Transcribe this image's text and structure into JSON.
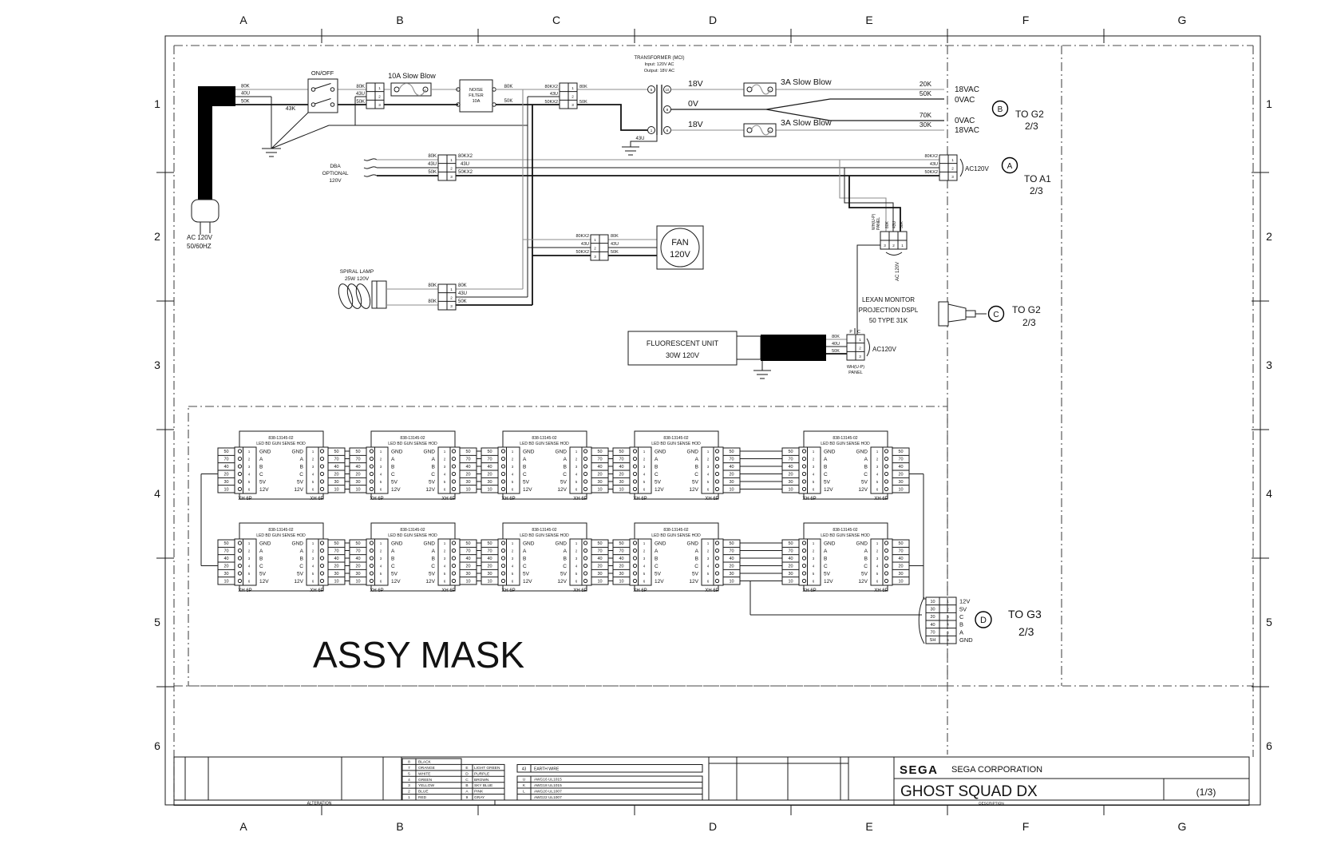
{
  "sheet": {
    "columns_top": [
      "A",
      "B",
      "C",
      "D",
      "E",
      "F",
      "G"
    ],
    "columns_bottom": [
      "A",
      "B",
      "D",
      "E",
      "F",
      "G"
    ],
    "rows": [
      "1",
      "2",
      "3",
      "4",
      "5",
      "6"
    ],
    "alteration": "ALTERATION",
    "description": "DESCRIPTION"
  },
  "pins3": [
    "1",
    "2",
    "3"
  ],
  "wire": {
    "k80": "80K",
    "u40": "40U",
    "k50": "50K",
    "u43": "43U",
    "k43": "43K",
    "k80x2": "80KX2",
    "k50x2": "50KX2",
    "k20": "20K",
    "k70": "70K",
    "k30": "30K"
  },
  "power": {
    "plug1": "AC 120V",
    "plug2": "50/60HZ",
    "switch": "ON/OFF",
    "fuse10a": "10A Slow Blow",
    "filter": [
      "NOISE",
      "FILTER",
      "10A"
    ]
  },
  "transformer": {
    "t1": "TRANSFORMER (MCI)",
    "t2": "Input: 120V AC",
    "t3": "Output: 18V AC",
    "primary": [
      "5",
      "1"
    ],
    "secondary": [
      "10",
      "8",
      "6"
    ],
    "v18": "18V",
    "v0": "0V",
    "fuse3a": "3A Slow Blow",
    "vac18": "18VAC",
    "vac0": "0VAC"
  },
  "refs": {
    "A": {
      "id": "A",
      "to": "TO A1",
      "page": "2/3"
    },
    "B": {
      "id": "B",
      "to": "TO G2",
      "page": "2/3"
    },
    "C": {
      "id": "C",
      "to": "TO G2",
      "page": "2/3"
    },
    "D": {
      "id": "D",
      "to": "TO G3",
      "page": "2/3"
    }
  },
  "dba": [
    "DBA",
    "OPTIONAL",
    "120V"
  ],
  "fan": [
    "FAN",
    "120V"
  ],
  "lamp": [
    "SPIRAL LAMP",
    "25W 120V"
  ],
  "fluorescent": [
    "FLUORESCENT UNIT",
    "30W 120V"
  ],
  "lexan": [
    "LEXAN MONITOR",
    "PROJECTION DSPL",
    "50 TYPE 31K"
  ],
  "panel": {
    "wh": "WH(U-P)",
    "panel": "PANEL",
    "ac": "AC 120V",
    "ac2": "AC120V",
    "p": "P",
    "c": "C"
  },
  "assy_mask": "ASSY MASK",
  "led_board": {
    "part": "838-13145-02",
    "name": "LED BD GUN SENSE HOD",
    "wires": [
      "50",
      "70",
      "40",
      "20",
      "30",
      "10"
    ],
    "pins": [
      "1",
      "2",
      "3",
      "4",
      "5",
      "6"
    ],
    "signals": [
      "GND",
      "A",
      "B",
      "C",
      "5V",
      "12V"
    ],
    "conn": "XH 6P"
  },
  "gun_out": {
    "wires": [
      "10",
      "30",
      "20",
      "40",
      "70",
      "SH"
    ],
    "pins": [
      "1",
      "2",
      "3",
      "4",
      "5",
      "6"
    ],
    "signals": [
      "12V",
      "5V",
      "C",
      "B",
      "A",
      "GND"
    ]
  },
  "legend": {
    "colors_left": [
      [
        "8",
        "BLACK"
      ],
      [
        "7",
        "ORANGE"
      ],
      [
        "5",
        "WHITE"
      ],
      [
        "4",
        "GREEN"
      ],
      [
        "3",
        "YELLOW"
      ],
      [
        "2",
        "BLUE"
      ],
      [
        "1",
        "RED"
      ]
    ],
    "colors_right": [
      [
        "E",
        "LIGHT GREEN"
      ],
      [
        "D",
        "PURPLE"
      ],
      [
        "C",
        "BROWN"
      ],
      [
        "B",
        "SKY BLUE"
      ],
      [
        "A",
        "PINK"
      ],
      [
        "9",
        "GRAY"
      ]
    ],
    "earth": [
      "43",
      "EARTH WIRE"
    ],
    "awg": [
      [
        "U",
        "AWG16 UL1015"
      ],
      [
        "K",
        "AWG18 UL1015"
      ],
      [
        "L",
        "AWG20 UL1007"
      ],
      [
        "",
        "AWG22 UL1007"
      ]
    ]
  },
  "title_block": {
    "logo": "SEGA",
    "company": "SEGA CORPORATION",
    "title": "GHOST SQUAD DX",
    "page": "(1/3)"
  }
}
